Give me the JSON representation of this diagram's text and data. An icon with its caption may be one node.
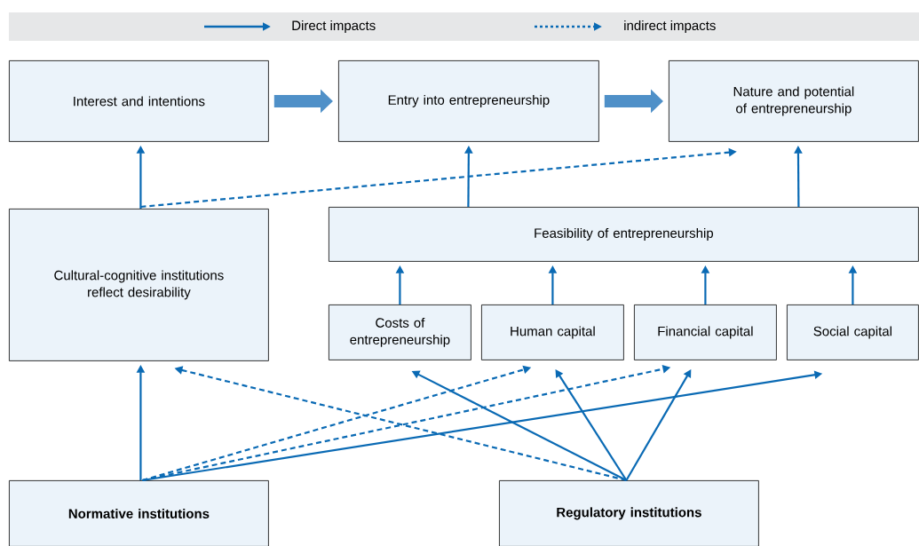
{
  "diagram": {
    "nodes": [
      {
        "text": [
          "Interest and intentions"
        ]
      },
      {
        "text": [
          "Entry into entrepreneurship"
        ]
      },
      {
        "text": [
          "Nature and potential of entrepreneurship"
        ]
      },
      {
        "text": [
          "Cultural-cognitive institutions reflect desirability"
        ]
      },
      {
        "text": [
          "Feasibility of entrepreneurship"
        ]
      },
      {
        "text": [
          "Costs of entrepreneurship"
        ]
      },
      {
        "text": [
          "Human capital"
        ]
      },
      {
        "text": [
          "Financial capital"
        ]
      },
      {
        "text": [
          "Social capital"
        ]
      },
      {
        "text": [
          "Normative institutions"
        ]
      },
      {
        "text": [
          "Regulatory institutions"
        ]
      }
    ],
    "edges": [
      {
        "from": 0,
        "to": 1,
        "arrow": "to",
        "style": "thick"
      },
      {
        "from": 1,
        "to": 2,
        "arrow": "to",
        "style": "thick"
      },
      {
        "from": 3,
        "to": 0,
        "arrow": "to"
      },
      {
        "from": 3,
        "to": 2,
        "arrow": "to",
        "style": "dashed"
      },
      {
        "from": 4,
        "to": 1,
        "arrow": "to"
      },
      {
        "from": 4,
        "to": 2,
        "arrow": "to"
      },
      {
        "from": 5,
        "to": 4,
        "arrow": "to"
      },
      {
        "from": 6,
        "to": 4,
        "arrow": "to"
      },
      {
        "from": 7,
        "to": 4,
        "arrow": "to"
      },
      {
        "from": 8,
        "to": 4,
        "arrow": "to"
      },
      {
        "from": 9,
        "to": 3,
        "arrow": "to"
      },
      {
        "from": 9,
        "to": 6,
        "arrow": "to",
        "style": "dashed"
      },
      {
        "from": 9,
        "to": 7,
        "arrow": "to",
        "style": "dashed"
      },
      {
        "from": 9,
        "to": 8,
        "arrow": "to"
      },
      {
        "from": 10,
        "to": 3,
        "arrow": "to",
        "style": "dashed"
      },
      {
        "from": 10,
        "to": 5,
        "arrow": "to"
      },
      {
        "from": 10,
        "to": 6,
        "arrow": "to"
      },
      {
        "from": 10,
        "to": 7,
        "arrow": "to"
      }
    ],
    "legend": [
      {
        "text": "Direct impacts"
      },
      {
        "text": "indirect impacts"
      }
    ]
  }
}
